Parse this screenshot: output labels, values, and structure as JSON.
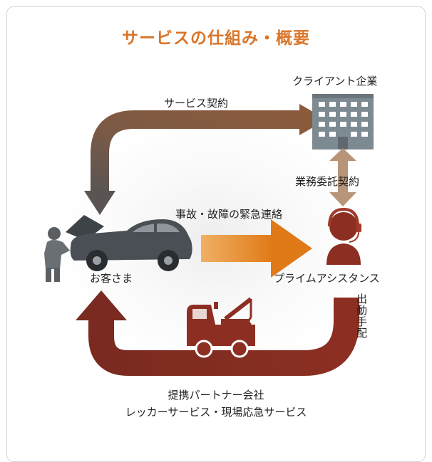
{
  "title": "サービスの仕組み・概要",
  "labels": {
    "service_contract": "サービス契約",
    "client_company": "クライアント企業",
    "outsourcing_contract": "業務委託契約",
    "emergency_contact": "事故・故障の緊急連絡",
    "customer": "お客さま",
    "prime_assistance": "プライムアシスタンス",
    "dispatch_arrangement": "出動手配",
    "partner_line1": "提携パートナー会社",
    "partner_line2": "レッカーサービス・現場応急サービス"
  },
  "icons": [
    "office-building-icon",
    "car-with-person-icon",
    "operator-headset-icon",
    "tow-truck-icon"
  ],
  "colors": {
    "title": "#d9752a",
    "service_arrow": "#8a5a3c",
    "outsource_arrow": "#b89478",
    "emergency_arrow": "#e07a18",
    "dispatch_arrow": "#8c2f22",
    "building": "#7d8a91",
    "car": "#4a4f55",
    "operator": "#8c2f22"
  }
}
